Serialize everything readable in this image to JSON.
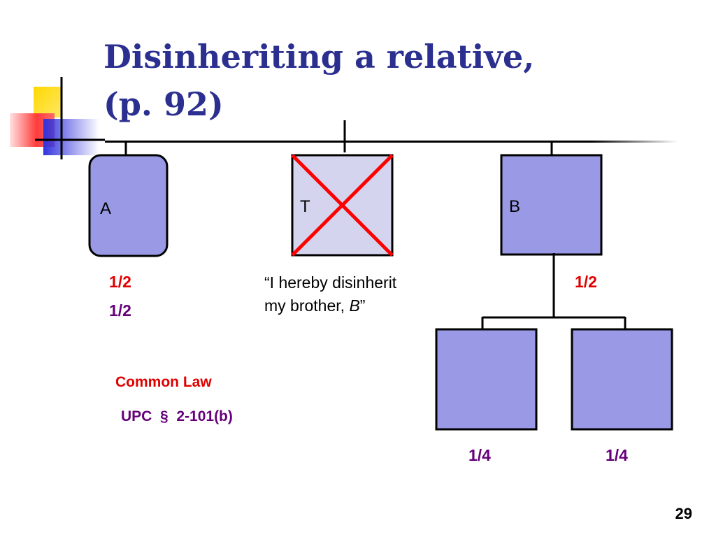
{
  "title": {
    "line1": "Disinheriting a relative,",
    "line2": "(p. 92)"
  },
  "nodes": {
    "a_label": "A",
    "t_label": "T",
    "b_label": "B"
  },
  "shares": {
    "a_common_law": "1/2",
    "a_upc": "1/2",
    "b_common_law": "1/2",
    "child1": "1/4",
    "child2": "1/4"
  },
  "quote": {
    "text_before": "“I hereby disinherit my brother, ",
    "name": "B",
    "text_after": "”"
  },
  "legend": {
    "common_law": "Common Law",
    "upc": "UPC  §  2-101(b)"
  },
  "slide_number": "29",
  "colors": {
    "title": "#2b2f8f",
    "node_fill": "#9999e6",
    "t_node_fill": "#d4d4ee",
    "cross": "#ff0000",
    "common_law_text": "#e00000",
    "upc_text": "#66007a"
  }
}
